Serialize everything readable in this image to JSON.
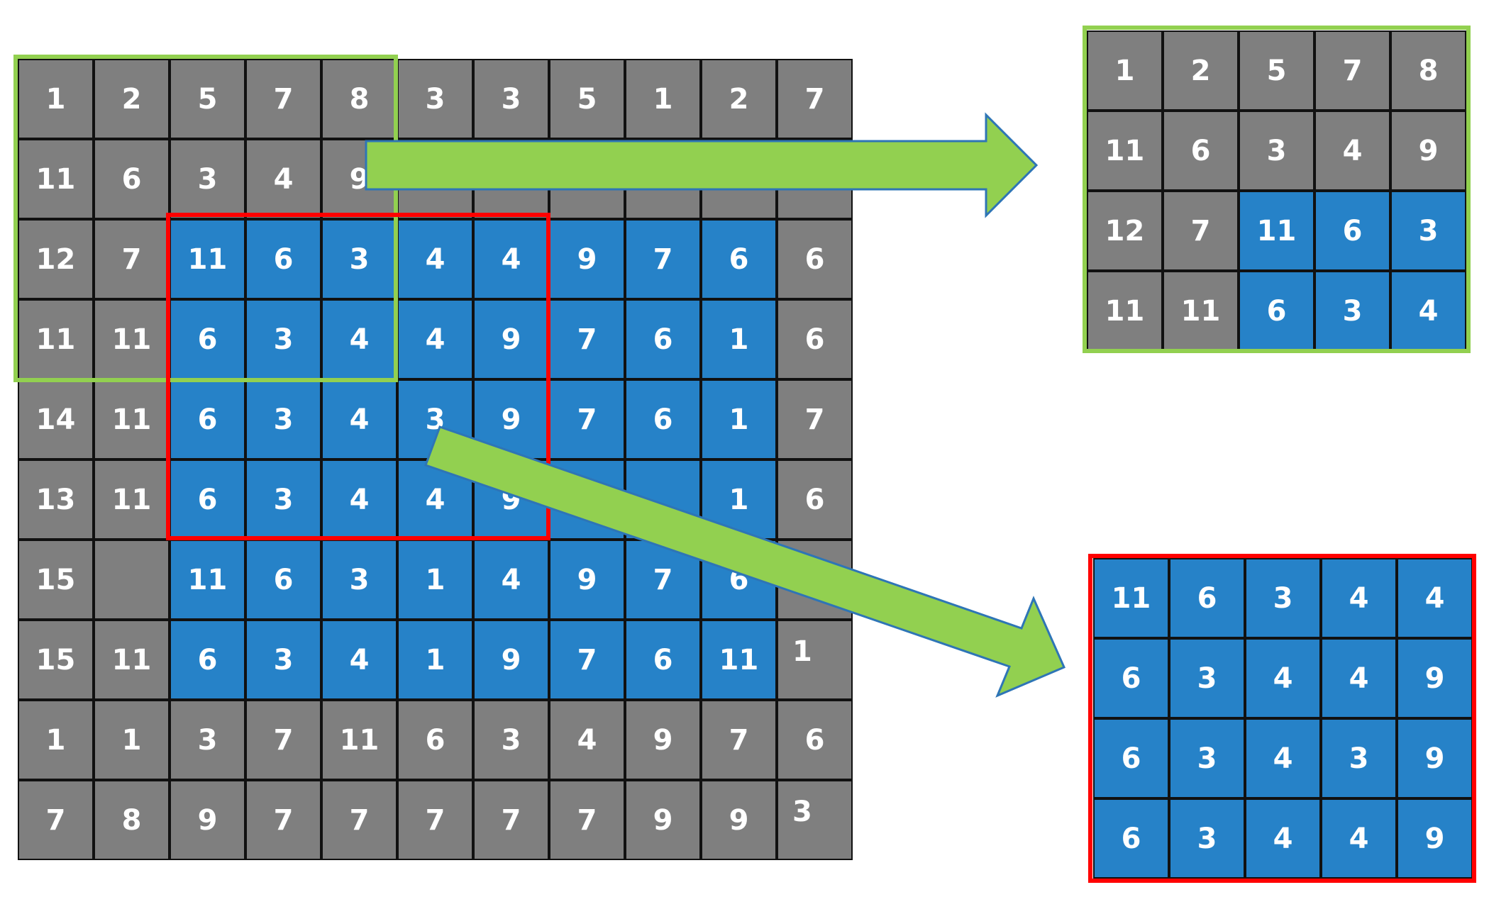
{
  "colors": {
    "gray": "#7f7f7f",
    "blue": "#2682c8",
    "cell_border": "#111111",
    "text": "#ffffff",
    "green_frame": "#92d050",
    "red_frame": "#ff0000",
    "arrow_fill": "#92d050",
    "arrow_edge": "#2e75b6"
  },
  "main_grid": {
    "rows": [
      [
        "1",
        "2",
        "5",
        "7",
        "8",
        "3",
        "3",
        "5",
        "1",
        "2",
        "7"
      ],
      [
        "11",
        "6",
        "3",
        "4",
        "9",
        "",
        "",
        "",
        "",
        "",
        ""
      ],
      [
        "12",
        "7",
        "11",
        "6",
        "3",
        "4",
        "4",
        "9",
        "7",
        "6",
        "6"
      ],
      [
        "11",
        "11",
        "6",
        "3",
        "4",
        "4",
        "9",
        "7",
        "6",
        "1",
        "6"
      ],
      [
        "14",
        "11",
        "6",
        "3",
        "4",
        "3",
        "9",
        "7",
        "6",
        "1",
        "7"
      ],
      [
        "13",
        "11",
        "6",
        "3",
        "4",
        "4",
        "9",
        "",
        "",
        "1",
        "6"
      ],
      [
        "15",
        "",
        "11",
        "6",
        "3",
        "1",
        "4",
        "9",
        "7",
        "6",
        ""
      ],
      [
        "15",
        "11",
        "6",
        "3",
        "4",
        "1",
        "9",
        "7",
        "6",
        "11",
        "1"
      ],
      [
        "1",
        "1",
        "3",
        "7",
        "11",
        "6",
        "3",
        "4",
        "9",
        "7",
        "6"
      ],
      [
        "7",
        "8",
        "9",
        "7",
        "7",
        "7",
        "7",
        "7",
        "9",
        "9",
        "3"
      ]
    ],
    "fill": [
      [
        "g",
        "g",
        "g",
        "g",
        "g",
        "g",
        "g",
        "g",
        "g",
        "g",
        "g"
      ],
      [
        "g",
        "g",
        "g",
        "g",
        "g",
        "g",
        "g",
        "g",
        "g",
        "g",
        "g"
      ],
      [
        "g",
        "g",
        "b",
        "b",
        "b",
        "b",
        "b",
        "b",
        "b",
        "b",
        "g"
      ],
      [
        "g",
        "g",
        "b",
        "b",
        "b",
        "b",
        "b",
        "b",
        "b",
        "b",
        "g"
      ],
      [
        "g",
        "g",
        "b",
        "b",
        "b",
        "b",
        "b",
        "b",
        "b",
        "b",
        "g"
      ],
      [
        "g",
        "g",
        "b",
        "b",
        "b",
        "b",
        "b",
        "b",
        "b",
        "b",
        "g"
      ],
      [
        "g",
        "g",
        "b",
        "b",
        "b",
        "b",
        "b",
        "b",
        "b",
        "b",
        "g"
      ],
      [
        "g",
        "g",
        "b",
        "b",
        "b",
        "b",
        "b",
        "b",
        "b",
        "b",
        "g"
      ],
      [
        "g",
        "g",
        "g",
        "g",
        "g",
        "g",
        "g",
        "g",
        "g",
        "g",
        "g"
      ],
      [
        "g",
        "g",
        "g",
        "g",
        "g",
        "g",
        "g",
        "g",
        "g",
        "g",
        "g"
      ]
    ]
  },
  "green_crop": {
    "rows": [
      [
        "1",
        "2",
        "5",
        "7",
        "8"
      ],
      [
        "11",
        "6",
        "3",
        "4",
        "9"
      ],
      [
        "12",
        "7",
        "11",
        "6",
        "3"
      ],
      [
        "11",
        "11",
        "6",
        "3",
        "4"
      ]
    ],
    "fill": [
      [
        "g",
        "g",
        "g",
        "g",
        "g"
      ],
      [
        "g",
        "g",
        "g",
        "g",
        "g"
      ],
      [
        "g",
        "g",
        "b",
        "b",
        "b"
      ],
      [
        "g",
        "g",
        "b",
        "b",
        "b"
      ]
    ]
  },
  "red_crop": {
    "rows": [
      [
        "11",
        "6",
        "3",
        "4",
        "4"
      ],
      [
        "6",
        "3",
        "4",
        "4",
        "9"
      ],
      [
        "6",
        "3",
        "4",
        "3",
        "9"
      ],
      [
        "6",
        "3",
        "4",
        "4",
        "9"
      ]
    ],
    "fill": [
      [
        "b",
        "b",
        "b",
        "b",
        "b"
      ],
      [
        "b",
        "b",
        "b",
        "b",
        "b"
      ],
      [
        "b",
        "b",
        "b",
        "b",
        "b"
      ],
      [
        "b",
        "b",
        "b",
        "b",
        "b"
      ]
    ]
  }
}
